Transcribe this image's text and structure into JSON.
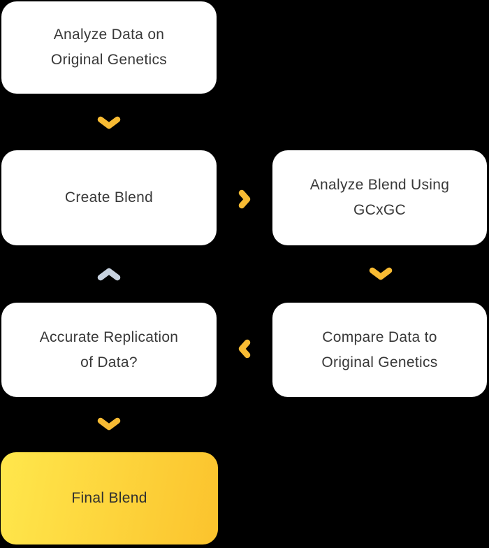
{
  "flowchart": {
    "background": "#000000",
    "colors": {
      "node_background": "#ffffff",
      "node_text": "#383838",
      "arrow_yellow": "#f8bb33",
      "arrow_gray": "#c7d2df",
      "final_node_gradient_left": "#ffe74c",
      "final_node_gradient_right": "#fbc32d",
      "final_node_text": "#2f2f2f"
    },
    "nodes": [
      {
        "id": "analyze-original-genetics",
        "lines": [
          "Analyze Data on",
          "Original Genetics"
        ]
      },
      {
        "id": "create-blend",
        "lines": [
          "Create Blend"
        ]
      },
      {
        "id": "analyze-blend-gcxgc",
        "lines": [
          "Analyze Blend Using",
          "GCxGC"
        ]
      },
      {
        "id": "accurate-replication",
        "lines": [
          "Accurate Replication",
          "of Data?"
        ]
      },
      {
        "id": "compare-data-original",
        "lines": [
          "Compare Data to",
          "Original Genetics"
        ]
      },
      {
        "id": "final-blend",
        "lines": [
          "Final Blend"
        ]
      }
    ],
    "arrows": [
      {
        "id": "analyze-to-create",
        "direction": "down",
        "color": "#f8bb33"
      },
      {
        "id": "create-to-analyze-blend",
        "direction": "right",
        "color": "#f8bb33"
      },
      {
        "id": "analyze-blend-to-compare",
        "direction": "down",
        "color": "#f8bb33"
      },
      {
        "id": "replication-back-to-create",
        "direction": "up",
        "color": "#c7d2df"
      },
      {
        "id": "compare-to-replication",
        "direction": "left",
        "color": "#f8bb33"
      },
      {
        "id": "replication-to-final",
        "direction": "down",
        "color": "#f8bb33"
      }
    ]
  }
}
